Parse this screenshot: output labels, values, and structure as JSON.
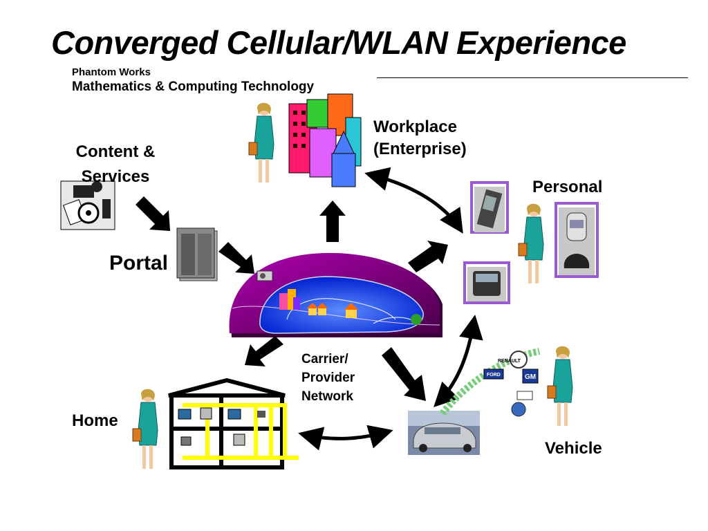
{
  "slide": {
    "title": "Converged Cellular/WLAN Experience",
    "org_line1": "Phantom Works",
    "org_line2": "Mathematics & Computing Technology"
  },
  "labels": {
    "workplace_line1": "Workplace",
    "workplace_line2": "(Enterprise)",
    "content_line1": "Content &",
    "content_line2": "Services",
    "personal": "Personal",
    "portal": "Portal",
    "carrier_line1": "Carrier/",
    "carrier_line2": "Provider",
    "carrier_line3": "Network",
    "home": "Home",
    "vehicle": "Vehicle"
  },
  "vehicle_brands": [
    "RENAULT",
    "FORD",
    "GM"
  ],
  "colors": {
    "network_dome": "#7a007a",
    "network_blue": "#0a3cff",
    "suit_teal": "#1aa39a",
    "home_wiring": "#ffff00",
    "device_frame": "#9b59d0"
  }
}
